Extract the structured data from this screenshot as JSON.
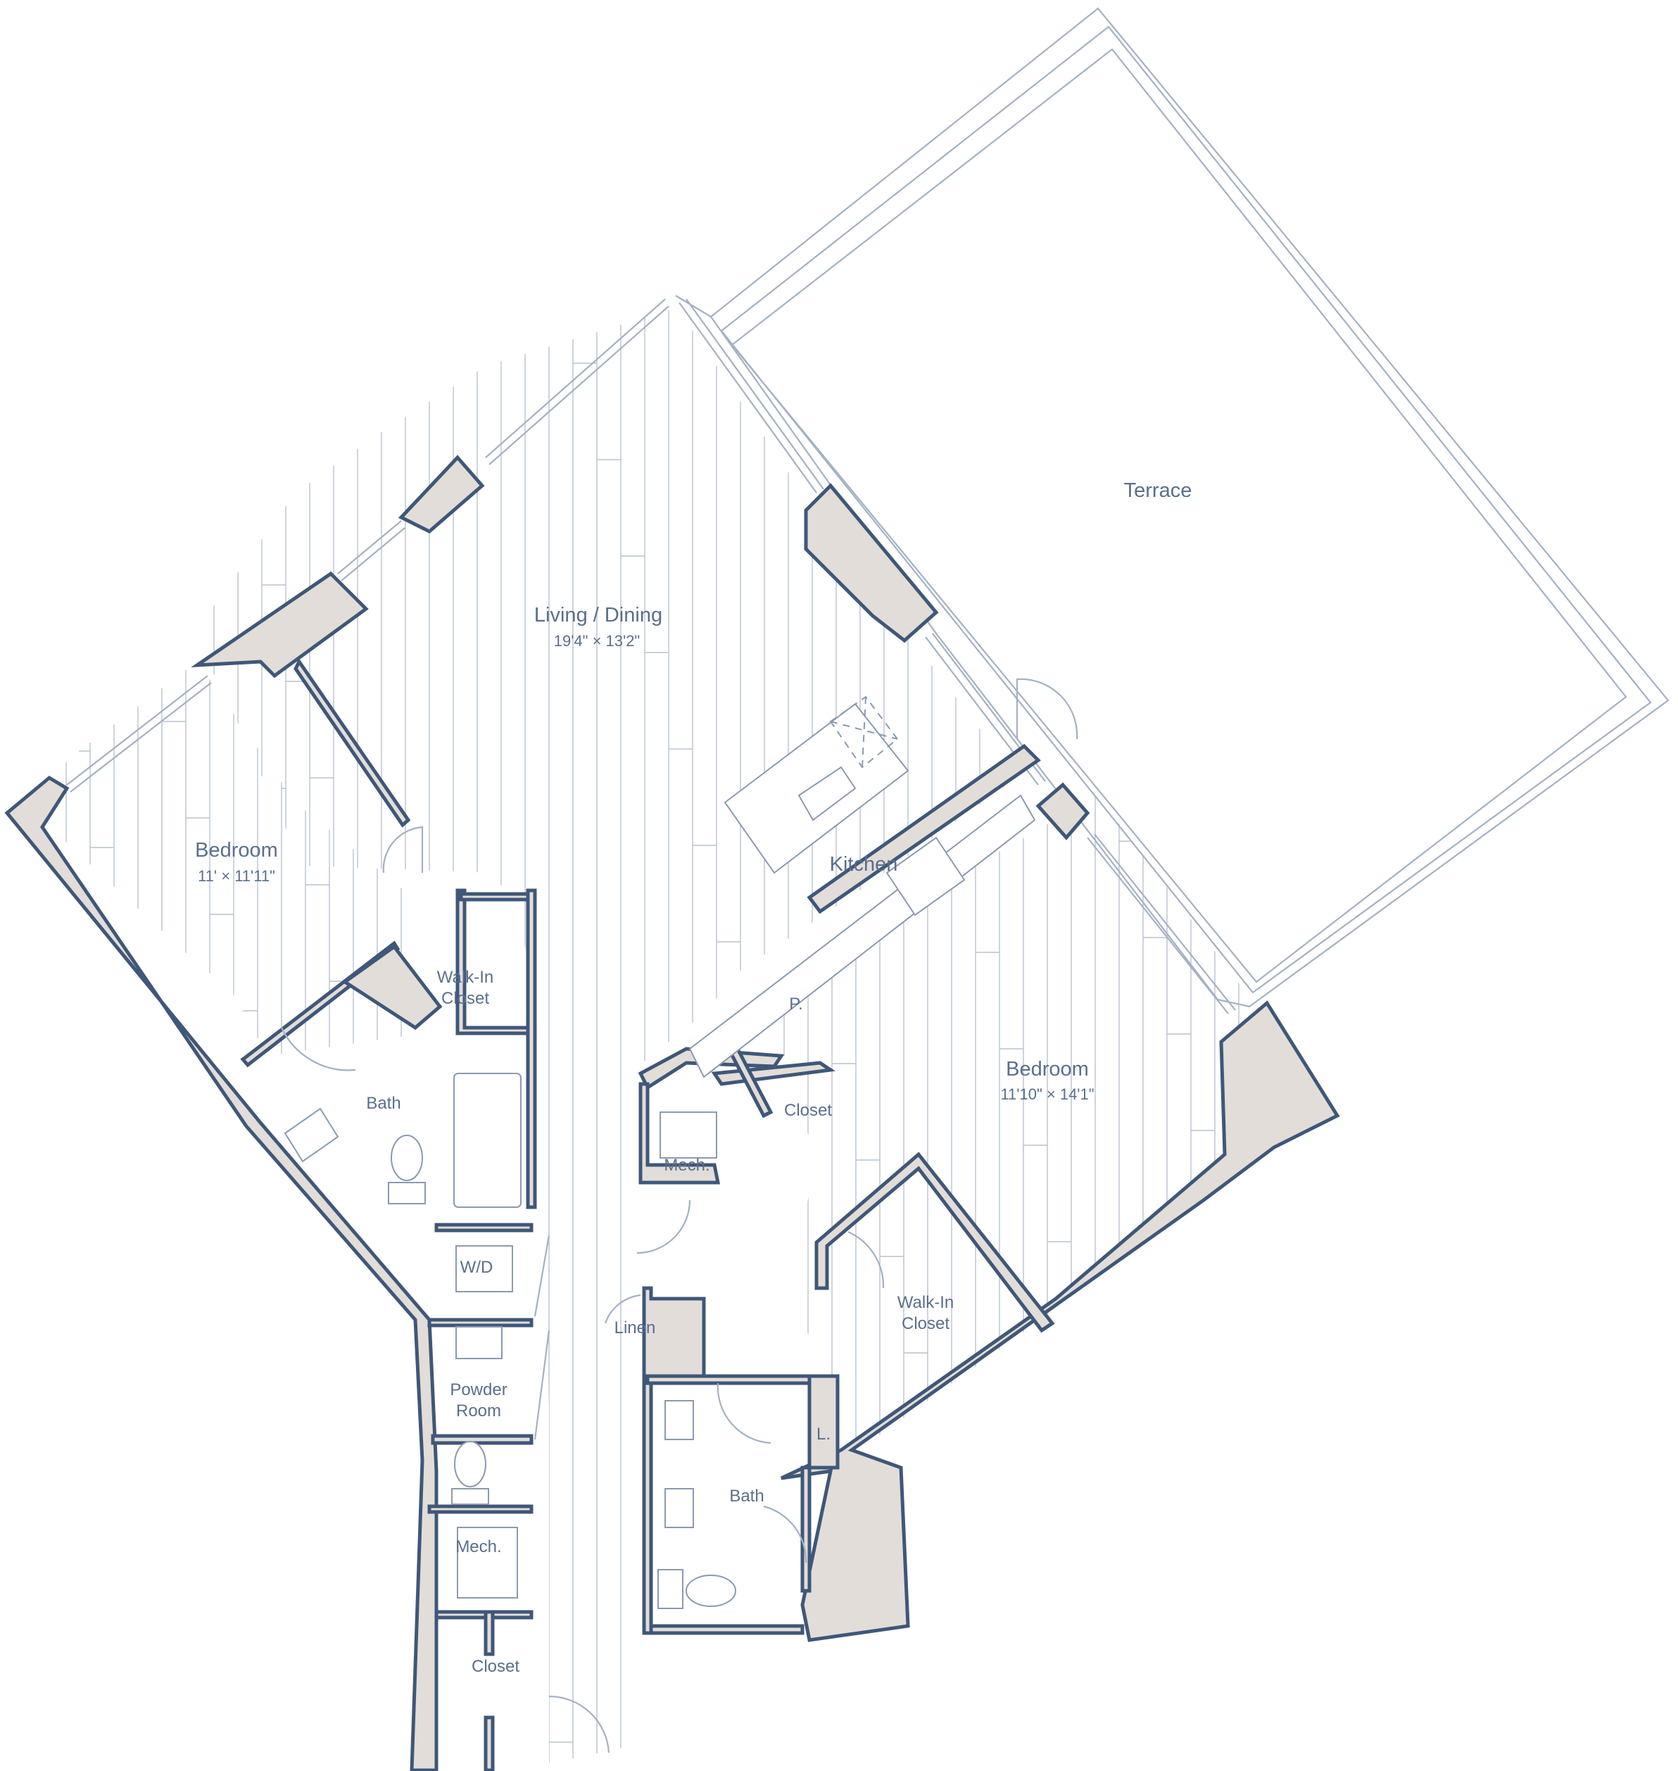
{
  "plan": {
    "colors": {
      "wall_fill": "#e2ddd9",
      "wall_stroke": "#3f5778",
      "line": "#a3b1c2",
      "text": "#5a6f8c"
    },
    "rooms": {
      "terrace": "Terrace",
      "living": "Living / Dining",
      "living_dim": "19'4\" × 13'2\"",
      "kitchen": "Kitchen",
      "pantry": "P.",
      "bedroom1": "Bedroom",
      "bedroom1_dim": "11' × 11'11\"",
      "walkin1_a": "Walk-In",
      "walkin1_b": "Closet",
      "bath1": "Bath",
      "bedroom2": "Bedroom",
      "bedroom2_dim": "11'10\" × 14'1\"",
      "closet_b2": "Closet",
      "mech1": "Mech.",
      "walkin2_a": "Walk-In",
      "walkin2_b": "Closet",
      "wd": "W/D",
      "linen": "Linen",
      "powder_a": "Powder",
      "powder_b": "Room",
      "linen_small": "L.",
      "bath2": "Bath",
      "mech2": "Mech.",
      "closet_entry": "Closet"
    }
  }
}
